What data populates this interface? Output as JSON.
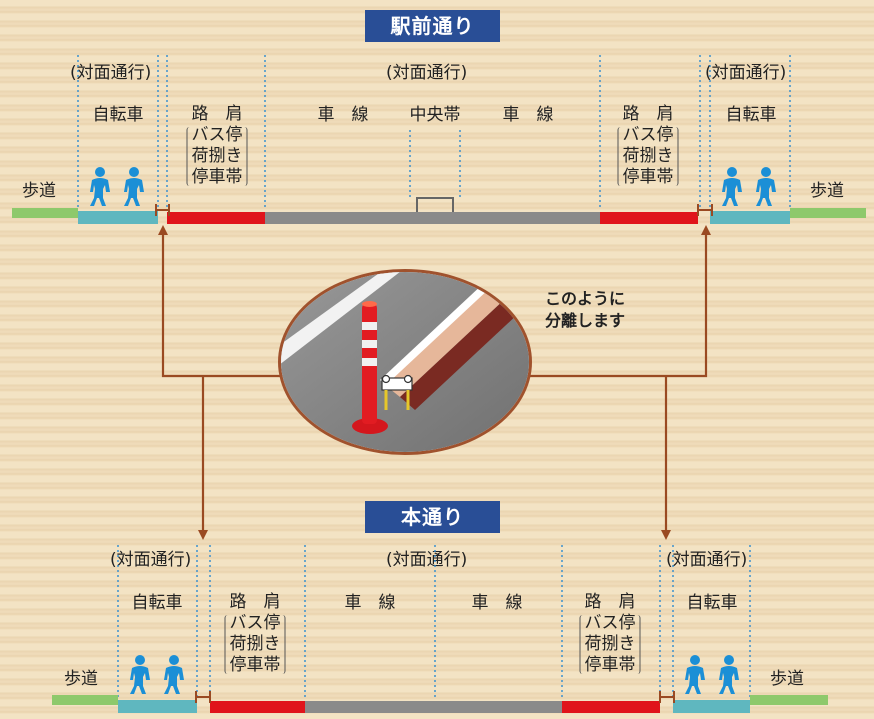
{
  "top": {
    "title": "駅前通り",
    "twoway_left": "(対面通行)",
    "twoway_center": "(対面通行)",
    "twoway_right": "(対面通行)",
    "bike_left": "自転車",
    "bike_right": "自転車",
    "shoulder_left": {
      "title": "路　肩",
      "lines": [
        "バス停",
        "荷捌き",
        "停車帯"
      ]
    },
    "shoulder_right": {
      "title": "路　肩",
      "lines": [
        "バス停",
        "荷捌き",
        "停車帯"
      ]
    },
    "lane_left": "車　線",
    "median": "中央帯",
    "lane_right": "車　線",
    "sidewalk_left": "歩道",
    "sidewalk_right": "歩道"
  },
  "bottom": {
    "title": "本通り",
    "twoway_left": "(対面通行)",
    "twoway_center": "(対面通行)",
    "twoway_right": "(対面通行)",
    "bike_left": "自転車",
    "bike_right": "自転車",
    "shoulder_left": {
      "title": "路　肩",
      "lines": [
        "バス停",
        "荷捌き",
        "停車帯"
      ]
    },
    "shoulder_right": {
      "title": "路　肩",
      "lines": [
        "バス停",
        "荷捌き",
        "停車帯"
      ]
    },
    "lane_left": "車　線",
    "lane_right": "車　線",
    "sidewalk_left": "歩道",
    "sidewalk_right": "歩道"
  },
  "callout": {
    "line1": "このように",
    "line2": "分離します"
  },
  "colors": {
    "title_bg": "#294e96",
    "sidewalk": "#8ec96c",
    "bike_lane": "#5fb7bf",
    "shoulder": "#e0141b",
    "road": "#8a8a8a",
    "arrow": "#9a4a22",
    "guide_line": "#2e8bd0",
    "cyclist": "#1b8fd6"
  },
  "icons": [
    "cyclist-icon",
    "delineator-post-icon",
    "separator-curb-icon"
  ]
}
